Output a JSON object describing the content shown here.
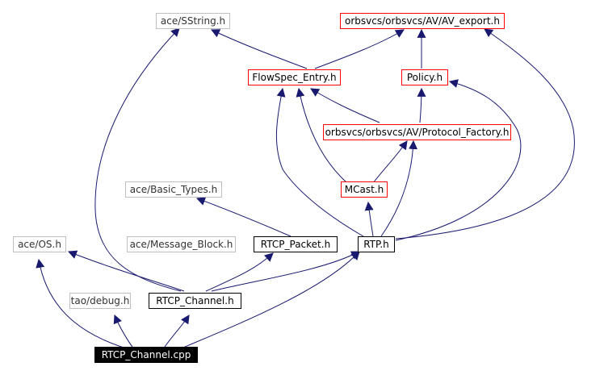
{
  "nodes": {
    "sstring": {
      "label": "ace/SString.h",
      "style": "gray"
    },
    "av_export": {
      "label": "orbsvcs/orbsvcs/AV/AV_export.h",
      "style": "red"
    },
    "flowspec": {
      "label": "FlowSpec_Entry.h",
      "style": "red"
    },
    "policy": {
      "label": "Policy.h",
      "style": "red"
    },
    "protocol": {
      "label": "orbsvcs/orbsvcs/AV/Protocol_Factory.h",
      "style": "red"
    },
    "basic_types": {
      "label": "ace/Basic_Types.h",
      "style": "gray"
    },
    "mcast": {
      "label": "MCast.h",
      "style": "red"
    },
    "os": {
      "label": "ace/OS.h",
      "style": "gray"
    },
    "message_block": {
      "label": "ace/Message_Block.h",
      "style": "gray"
    },
    "rtcp_packet": {
      "label": "RTCP_Packet.h",
      "style": "black"
    },
    "rtp": {
      "label": "RTP.h",
      "style": "black"
    },
    "debug": {
      "label": "tao/debug.h",
      "style": "gray"
    },
    "rtcp_channel": {
      "label": "RTCP_Channel.h",
      "style": "black"
    },
    "root": {
      "label": "RTCP_Channel.cpp",
      "style": "root"
    }
  },
  "colors": {
    "arrow": "#191970",
    "gray_border": "#bfbfbf",
    "red_border": "#ff0000",
    "black_border": "#000000"
  }
}
